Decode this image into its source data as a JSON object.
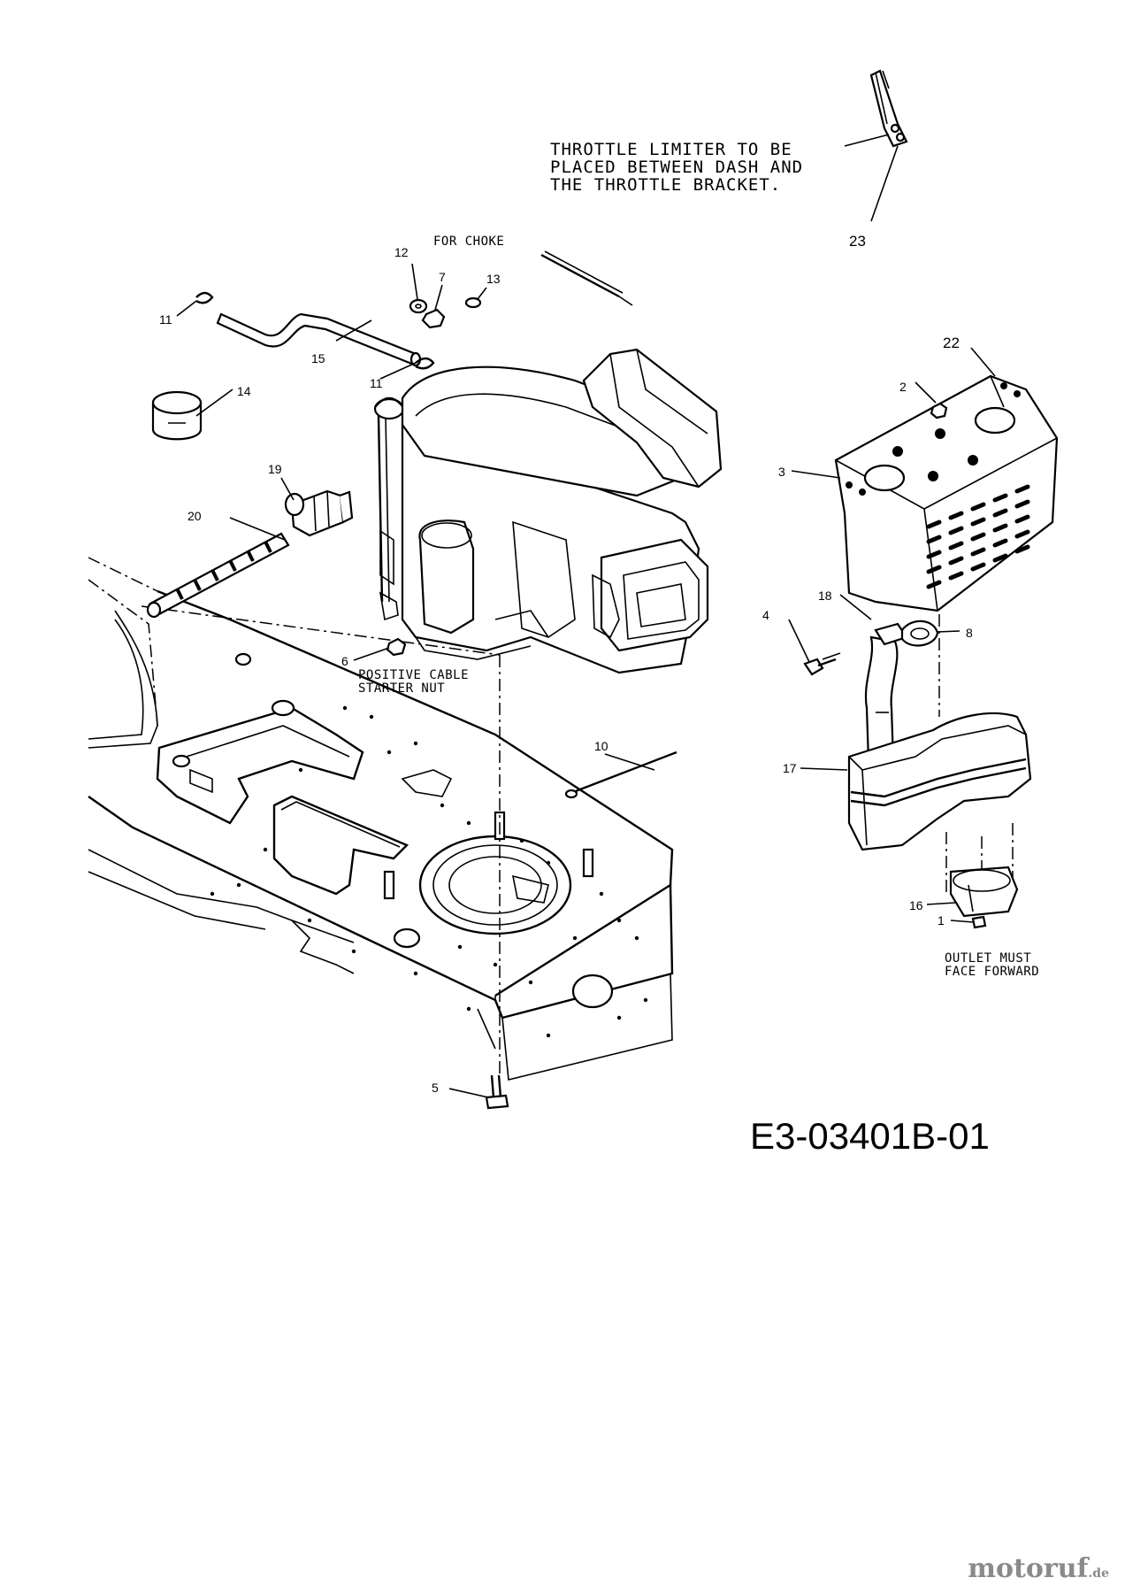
{
  "notes": {
    "throttle_limiter": [
      "THROTTLE LIMITER TO BE",
      "PLACED BETWEEN DASH AND",
      "THE THROTTLE BRACKET."
    ],
    "for_choke": "FOR CHOKE",
    "positive_cable": [
      "POSITIVE CABLE",
      "STARTER NUT"
    ],
    "outlet": [
      "OUTLET MUST",
      "FACE FORWARD"
    ]
  },
  "callouts": {
    "p1": "1",
    "p2": "2",
    "p3": "3",
    "p4": "4",
    "p5": "5",
    "p6": "6",
    "p7": "7",
    "p8": "8",
    "p10": "10",
    "p11a": "11",
    "p11b": "11",
    "p12": "12",
    "p13": "13",
    "p14": "14",
    "p15": "15",
    "p16": "16",
    "p17": "17",
    "p18": "18",
    "p19": "19",
    "p20": "20",
    "p22": "22",
    "p23": "23"
  },
  "diagram_code": "E3-03401B-01",
  "watermark": {
    "name": "motoruf",
    "tld": ".de"
  }
}
